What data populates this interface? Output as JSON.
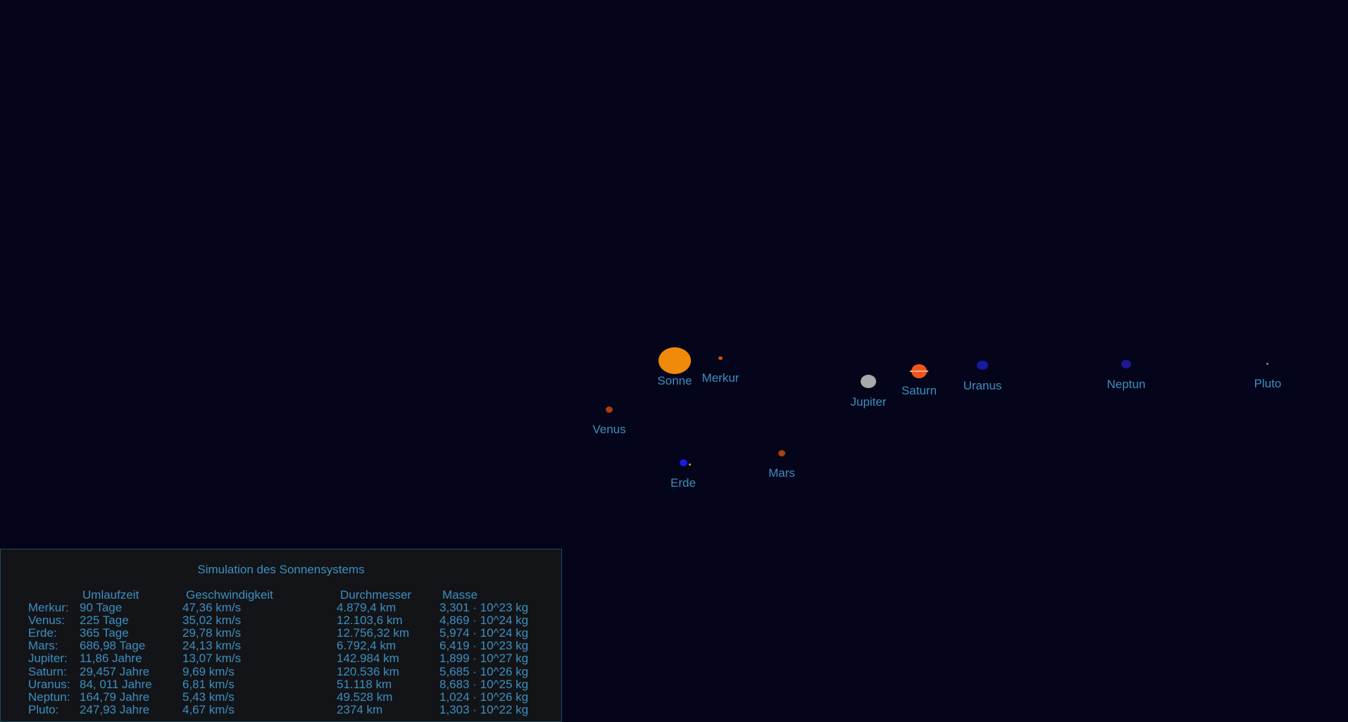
{
  "panel": {
    "title": "Simulation des Sonnensystems",
    "headers": [
      "Umlaufzeit",
      "Geschwindigkeit",
      "Durchmesser",
      "Masse"
    ],
    "rows": [
      {
        "name": "Merkur:",
        "period": "90 Tage",
        "speed": "47,36 km/s",
        "diameter": "4.879,4 km",
        "mass": "3,301 · 10^23 kg"
      },
      {
        "name": "Venus:",
        "period": "225 Tage",
        "speed": "35,02 km/s",
        "diameter": "12.103,6 km",
        "mass": "4,869 · 10^24 kg"
      },
      {
        "name": "Erde:",
        "period": "365 Tage",
        "speed": "29,78 km/s",
        "diameter": "12.756,32 km",
        "mass": "5,974 · 10^24 kg"
      },
      {
        "name": "Mars:",
        "period": "686,98 Tage",
        "speed": "24,13 km/s",
        "diameter": "6.792,4 km",
        "mass": "6,419 · 10^23 kg"
      },
      {
        "name": "Jupiter:",
        "period": "11,86 Jahre",
        "speed": "13,07 km/s",
        "diameter": "142.984 km",
        "mass": "1,899 · 10^27 kg"
      },
      {
        "name": "Saturn:",
        "period": "29,457 Jahre",
        "speed": "9,69 km/s",
        "diameter": "120.536 km",
        "mass": "5,685 · 10^26 kg"
      },
      {
        "name": "Uranus:",
        "period": "84, 011 Jahre",
        "speed": "6,81 km/s",
        "diameter": "51.118 km",
        "mass": "8,683 · 10^25 kg"
      },
      {
        "name": "Neptun:",
        "period": "164,79 Jahre",
        "speed": "5,43 km/s",
        "diameter": "49.528 km",
        "mass": "1,024 · 10^26 kg"
      },
      {
        "name": "Pluto:",
        "period": "247,93 Jahre",
        "speed": "4,67 km/s",
        "diameter": "2374 km",
        "mass": "1,303 · 10^22 kg"
      }
    ]
  },
  "bodies": [
    {
      "key": "sun",
      "label": "Sonne",
      "color": "#f08a0a"
    },
    {
      "key": "mercury",
      "label": "Merkur",
      "color": "#d9500f"
    },
    {
      "key": "venus",
      "label": "Venus",
      "color": "#a8400e"
    },
    {
      "key": "earth",
      "label": "Erde",
      "color": "#1a1ae0"
    },
    {
      "key": "moon",
      "label": "",
      "color": "#c8a21a"
    },
    {
      "key": "mars",
      "label": "Mars",
      "color": "#a8400e"
    },
    {
      "key": "jupiter",
      "label": "Jupiter",
      "color": "#a9a9a9"
    },
    {
      "key": "saturn",
      "label": "Saturn",
      "color": "#f2541e"
    },
    {
      "key": "uranus",
      "label": "Uranus",
      "color": "#1818a0"
    },
    {
      "key": "neptune",
      "label": "Neptun",
      "color": "#1c1890"
    },
    {
      "key": "pluto",
      "label": "Pluto",
      "color": "#8c8c8c"
    }
  ]
}
